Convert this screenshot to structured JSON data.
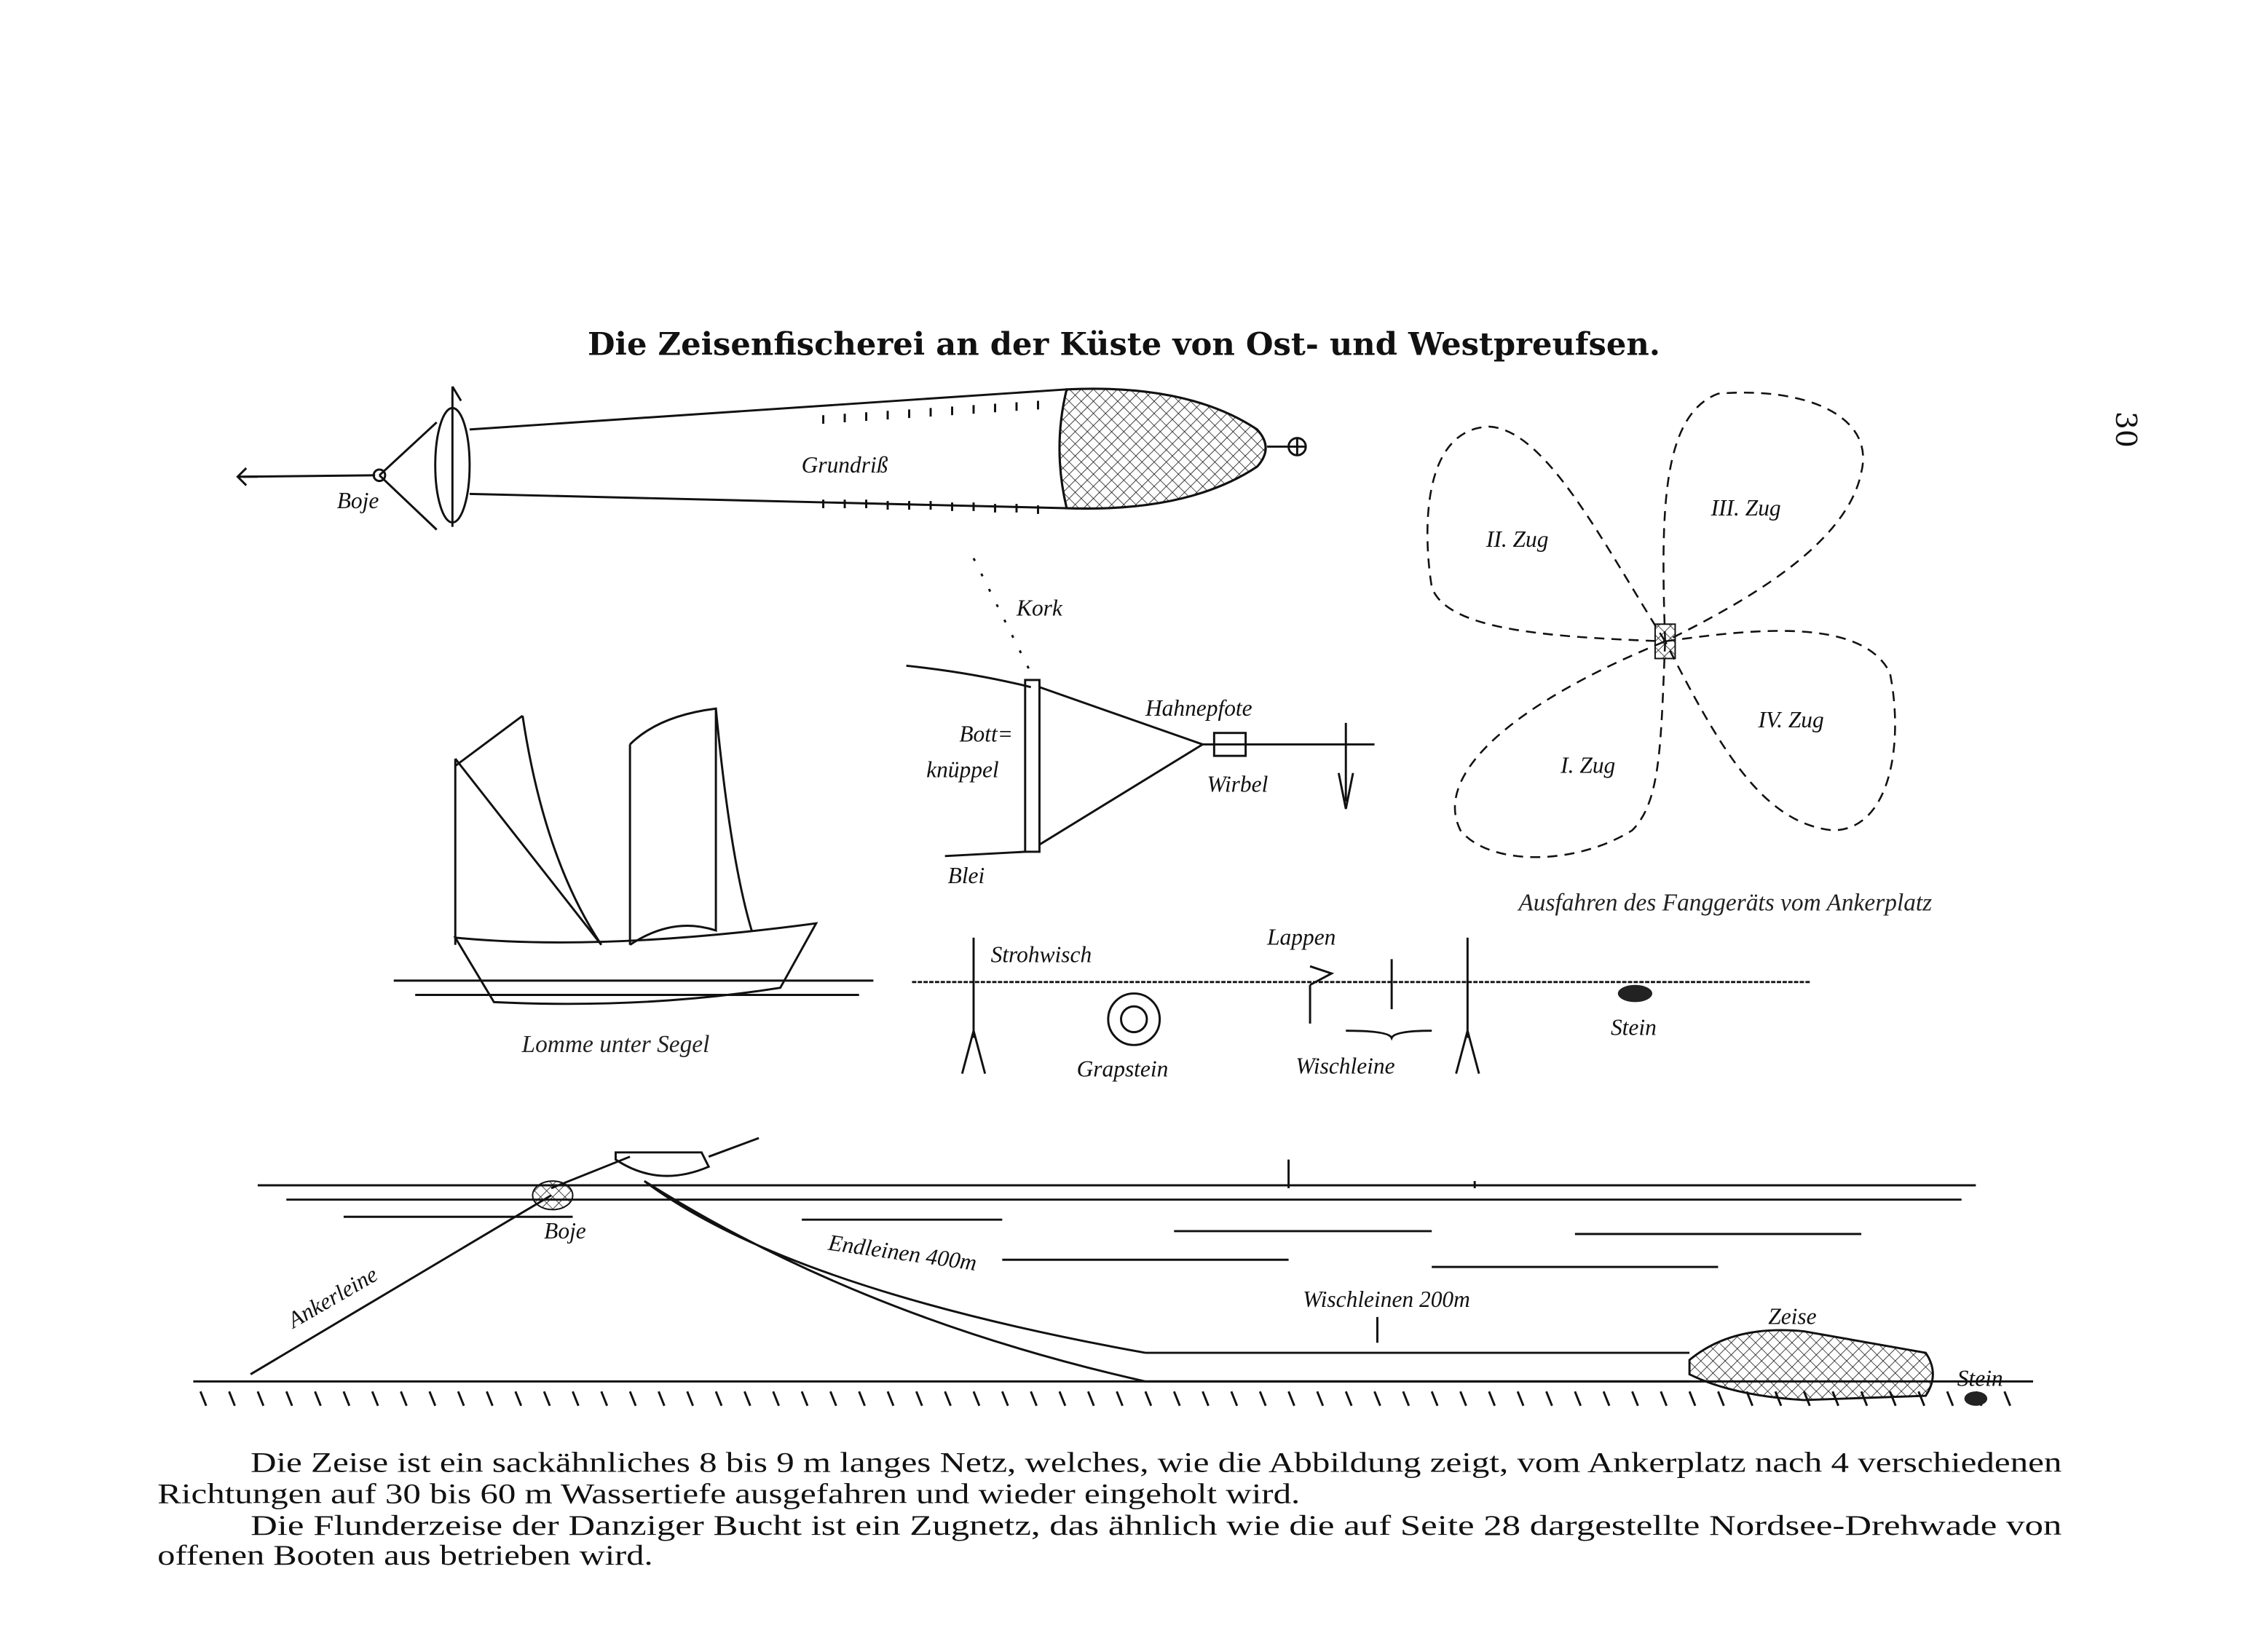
{
  "page": {
    "title": "Die Zeisenfischerei an der Küste von Ost- und Westpreufsen.",
    "page_number": "30"
  },
  "figures": {
    "plan": {
      "boje": "Boje",
      "grundriss": "Grundriß"
    },
    "rig": {
      "kork": "Kork",
      "bott1": "Bott=",
      "bott2": "knüppel",
      "hahnepfote": "Hahnepfote",
      "wirbel": "Wirbel",
      "blei": "Blei"
    },
    "hauls": {
      "zug1": "I. Zug",
      "zug2": "II. Zug",
      "zug3": "III. Zug",
      "zug4": "IV. Zug",
      "caption": "Ausfahren des Fanggeräts vom Ankerplatz"
    },
    "boat": {
      "caption": "Lomme unter Segel"
    },
    "line": {
      "strohwisch": "Strohwisch",
      "lappen": "Lappen",
      "grapstein": "Grapstein",
      "wischleine": "Wischleine",
      "stein": "Stein"
    },
    "section": {
      "boje": "Boje",
      "ankerleine": "Ankerleine",
      "endleinen": "Endleinen 400m",
      "wischleinen": "Wischleinen 200m",
      "zeise": "Zeise",
      "stein": "Stein"
    }
  },
  "text": {
    "p1_l1": "Die Zeise ist ein sackähnliches 8 bis 9 m langes Netz, welches, wie die Abbildung zeigt, vom Ankerplatz nach 4 verschiedenen",
    "p1_l2": "Richtungen auf 30 bis 60 m Wassertiefe ausgefahren und wieder eingeholt wird.",
    "p2_l1": "Die Flunderzeise der Danziger Bucht ist ein Zugnetz, das ähnlich wie die auf Seite 28 dargestellte Nordsee-Drehwade von",
    "p2_l2": "offenen Booten aus betrieben wird."
  }
}
